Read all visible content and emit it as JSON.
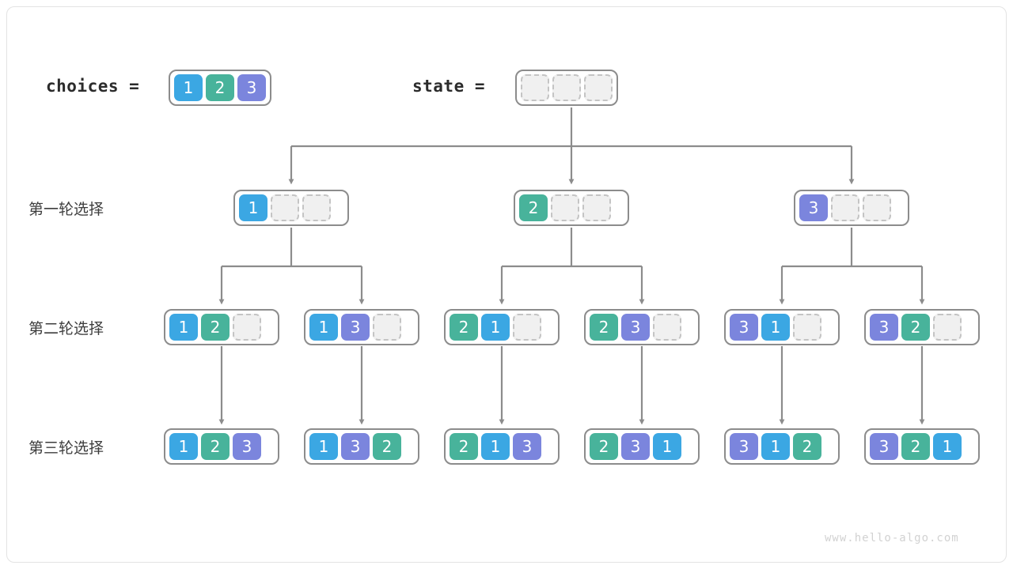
{
  "title": "Permutation backtracking tree",
  "colors": {
    "value_1": "#3ba7e3",
    "value_2": "#48b39b",
    "value_3": "#7b85dd",
    "empty_fill": "#f0f0f0",
    "empty_border": "#c4c4c4",
    "array_border": "#8c8c8c",
    "edge": "#8c8c8c",
    "text": "#3d3d3d"
  },
  "header": {
    "choices_label": "choices =",
    "choices_values": [
      "1",
      "2",
      "3"
    ],
    "state_label": "state =",
    "state_values": [
      "",
      "",
      ""
    ]
  },
  "row_labels": {
    "level1": "第一轮选择",
    "level2": "第二轮选择",
    "level3": "第三轮选择"
  },
  "levels": [
    {
      "name": "level1",
      "label": "第一轮选择",
      "nodes": [
        {
          "values": [
            "1",
            "",
            ""
          ]
        },
        {
          "values": [
            "2",
            "",
            ""
          ]
        },
        {
          "values": [
            "3",
            "",
            ""
          ]
        }
      ]
    },
    {
      "name": "level2",
      "label": "第二轮选择",
      "nodes": [
        {
          "values": [
            "1",
            "2",
            ""
          ]
        },
        {
          "values": [
            "1",
            "3",
            ""
          ]
        },
        {
          "values": [
            "2",
            "1",
            ""
          ]
        },
        {
          "values": [
            "2",
            "3",
            ""
          ]
        },
        {
          "values": [
            "3",
            "1",
            ""
          ]
        },
        {
          "values": [
            "3",
            "2",
            ""
          ]
        }
      ]
    },
    {
      "name": "level3",
      "label": "第三轮选择",
      "nodes": [
        {
          "values": [
            "1",
            "2",
            "3"
          ]
        },
        {
          "values": [
            "1",
            "3",
            "2"
          ]
        },
        {
          "values": [
            "2",
            "1",
            "3"
          ]
        },
        {
          "values": [
            "2",
            "3",
            "1"
          ]
        },
        {
          "values": [
            "3",
            "1",
            "2"
          ]
        },
        {
          "values": [
            "3",
            "2",
            "1"
          ]
        }
      ]
    }
  ],
  "footer": {
    "watermark": "www.hello-algo.com"
  }
}
